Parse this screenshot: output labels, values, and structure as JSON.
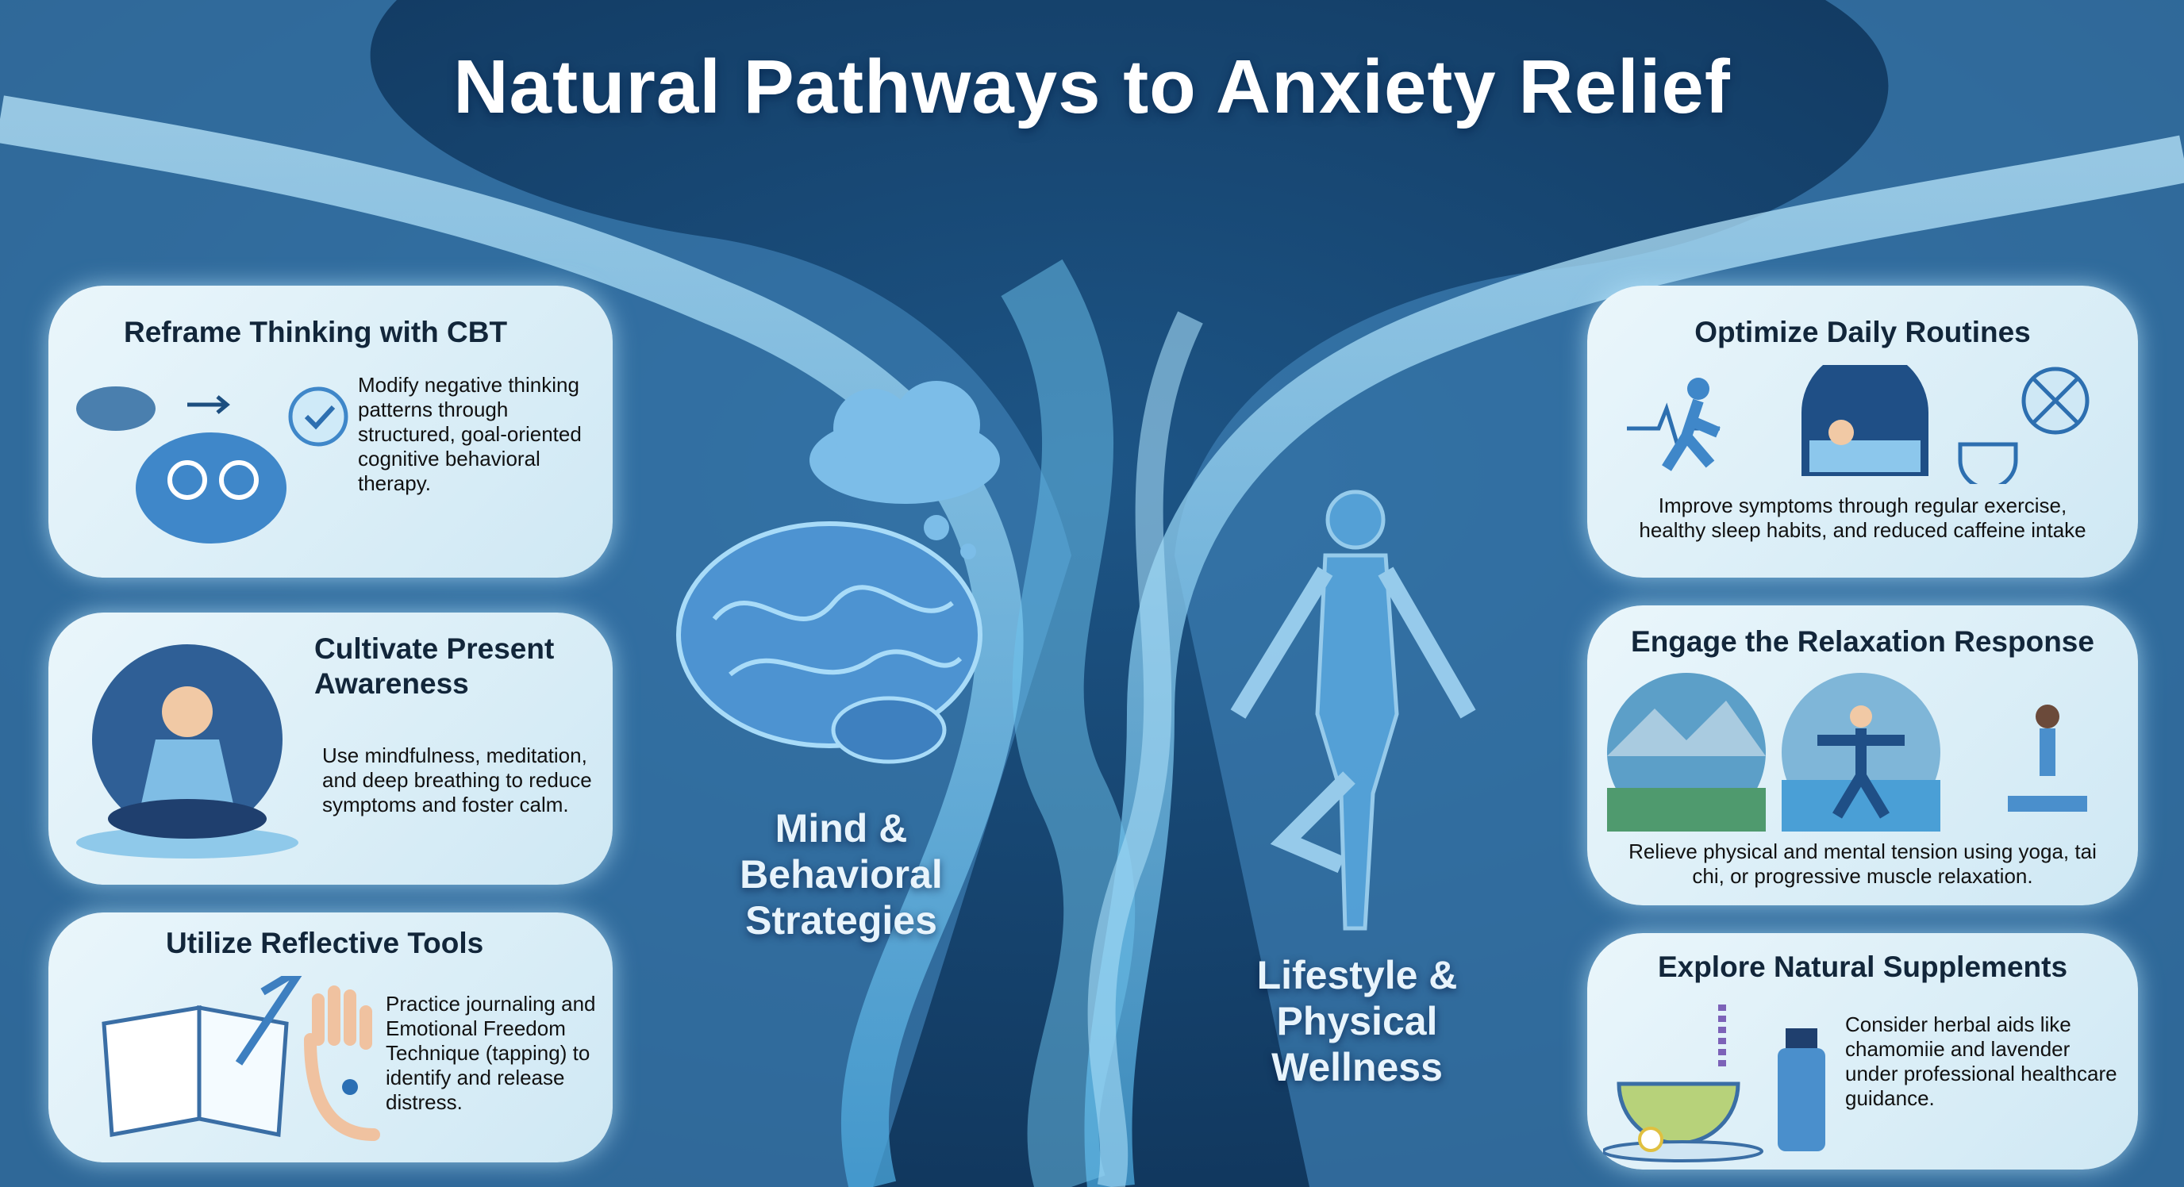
{
  "title": "Natural Pathways to Anxiety Relief",
  "hubs": {
    "mind": "Mind & Behavioral Strategies",
    "lifestyle": "Lifestyle & Physical Wellness"
  },
  "left_cards": [
    {
      "title": "Reframe Thinking with CBT",
      "text": "Modify negative thinking patterns through structured, goal-oriented cognitive behavioral therapy.",
      "icon": "brain-gears-icon"
    },
    {
      "title": "Cultivate Present Awareness",
      "text": "Use mindfulness, meditation, and deep breathing to reduce symptoms and foster calm.",
      "icon": "meditation-icon"
    },
    {
      "title": "Utilize Reflective Tools",
      "text": "Practice journaling and Emotional Freedom Technique (tapping) to identify and release distress.",
      "icon": "journal-tapping-icon"
    }
  ],
  "right_cards": [
    {
      "title": "Optimize Daily Routines",
      "text": "Improve symptoms through regular exercise, healthy sleep habits, and reduced caffeine intake",
      "icon": "routine-icons"
    },
    {
      "title": "Engage the Relaxation Response",
      "text": "Relieve physical and mental tension using yoga, tai chi, or progressive muscle relaxation.",
      "icon": "relaxation-icons"
    },
    {
      "title": "Explore Natural Supplements",
      "text": "Consider herbal aids like chamomiie and lavender under professional healthcare guidance.",
      "icon": "herbal-tea-icon"
    }
  ],
  "colors": {
    "bg_dark": "#123b63",
    "bg_mid": "#2f6a9c",
    "stream": "#8fd0f2",
    "card": "#e3f2f9"
  }
}
